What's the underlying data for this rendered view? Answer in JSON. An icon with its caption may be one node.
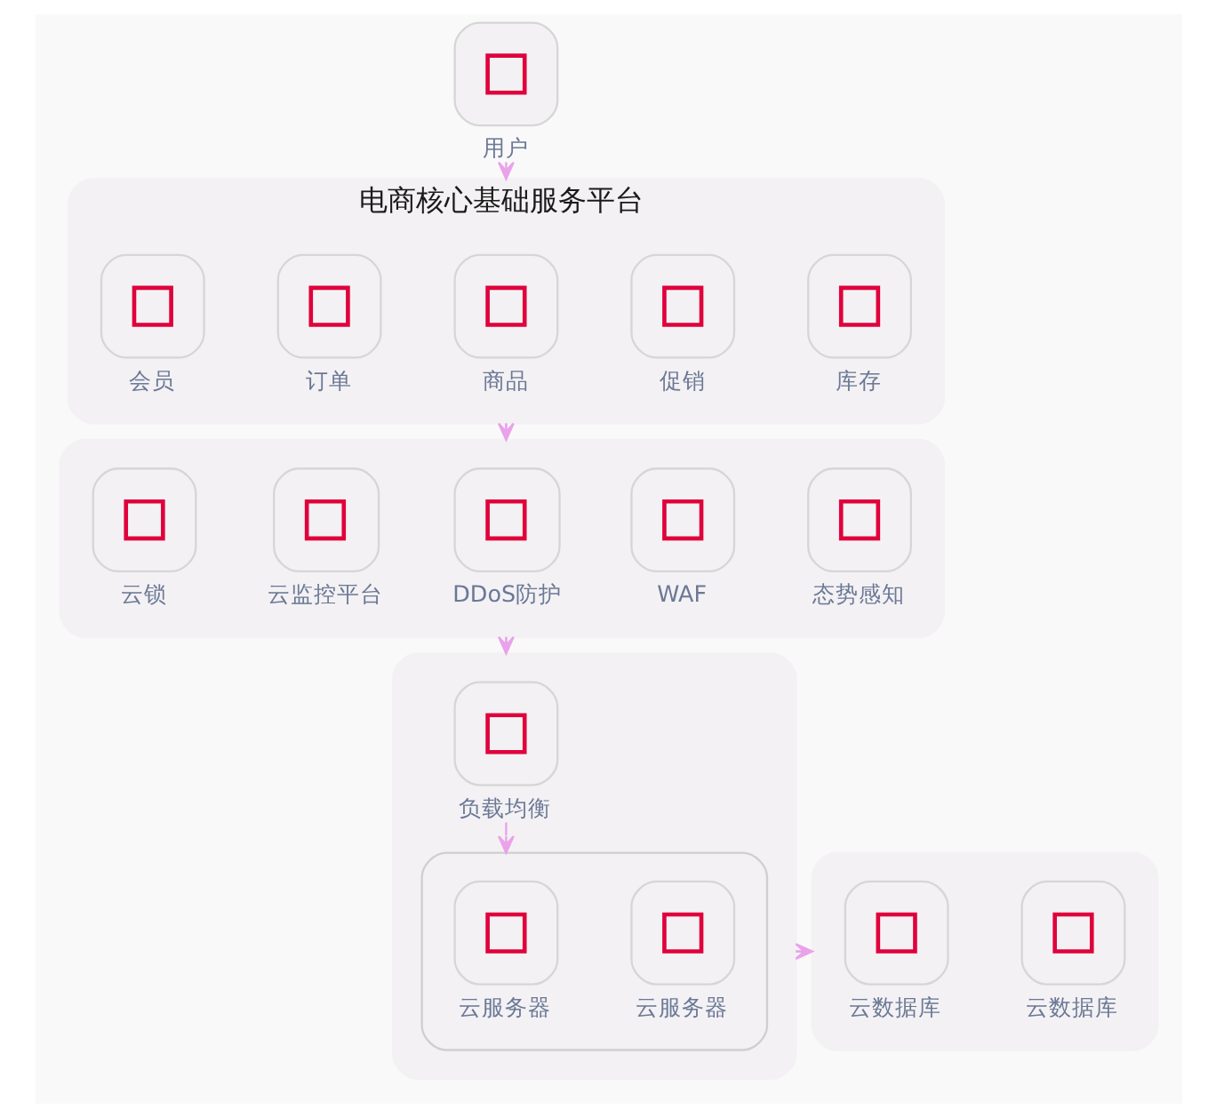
{
  "diagram": {
    "nodes": [
      {
        "text": [
          "用户"
        ]
      },
      {
        "text": [
          "电商核心基础服务平台"
        ]
      },
      {
        "text": [
          "会员"
        ],
        "in": 1
      },
      {
        "text": [
          "订单"
        ],
        "in": 1
      },
      {
        "text": [
          "商品"
        ],
        "in": 1
      },
      {
        "text": [
          "促销"
        ],
        "in": 1
      },
      {
        "text": [
          "库存"
        ],
        "in": 1
      },
      {
        "text": [],
        "shape": "box"
      },
      {
        "text": [
          "云锁"
        ],
        "in": 7
      },
      {
        "text": [
          "云监控平台"
        ],
        "in": 7
      },
      {
        "text": [
          "DDoS防护"
        ],
        "in": 7
      },
      {
        "text": [
          "WAF"
        ],
        "in": 7
      },
      {
        "text": [
          "态势感知"
        ],
        "in": 7
      },
      {
        "text": [],
        "shape": "box"
      },
      {
        "text": [
          "负载均衡"
        ],
        "in": 13
      },
      {
        "text": [],
        "shape": "box",
        "in": 13
      },
      {
        "text": [
          "云服务器"
        ],
        "in": 15
      },
      {
        "text": [
          "云服务器"
        ],
        "in": 15
      },
      {
        "text": [],
        "shape": "box"
      },
      {
        "text": [
          "云数据库"
        ],
        "in": 18
      },
      {
        "text": [
          "云数据库"
        ],
        "in": 18
      }
    ],
    "edges": [
      {
        "from": 0,
        "to": 1,
        "arrow": "to"
      },
      {
        "from": 1,
        "to": 7,
        "arrow": "to"
      },
      {
        "from": 7,
        "to": 13,
        "arrow": "to"
      },
      {
        "from": 14,
        "to": 15,
        "arrow": "to"
      },
      {
        "from": 13,
        "to": 18,
        "arrow": "to"
      }
    ]
  }
}
